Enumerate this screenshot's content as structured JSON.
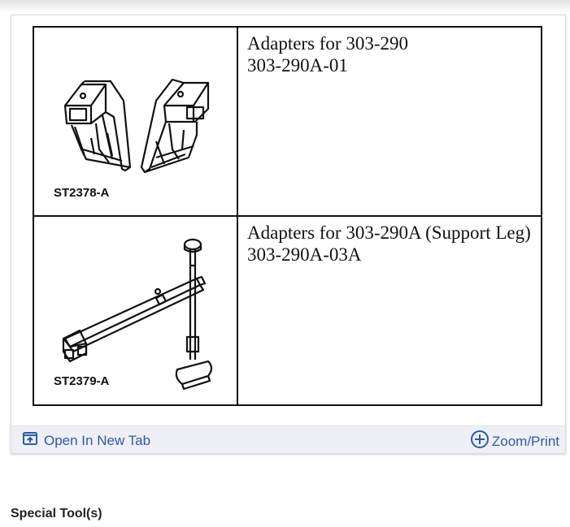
{
  "tools": [
    {
      "code": "ST2378-A",
      "lines": [
        "Adapters for 303-290",
        "303-290A-01"
      ]
    },
    {
      "code": "ST2379-A",
      "lines": [
        "Adapters for 303-290A (Support Leg)",
        "303-290A-03A"
      ]
    }
  ],
  "actions": {
    "open_tab_label": "Open In New Tab",
    "open_tab_icon": "open-new-tab-icon",
    "zoom_label": "Zoom/Print",
    "zoom_icon": "plus-circle-icon",
    "link_color": "#2d5aa8"
  },
  "section": {
    "heading": "Special Tool(s)"
  }
}
